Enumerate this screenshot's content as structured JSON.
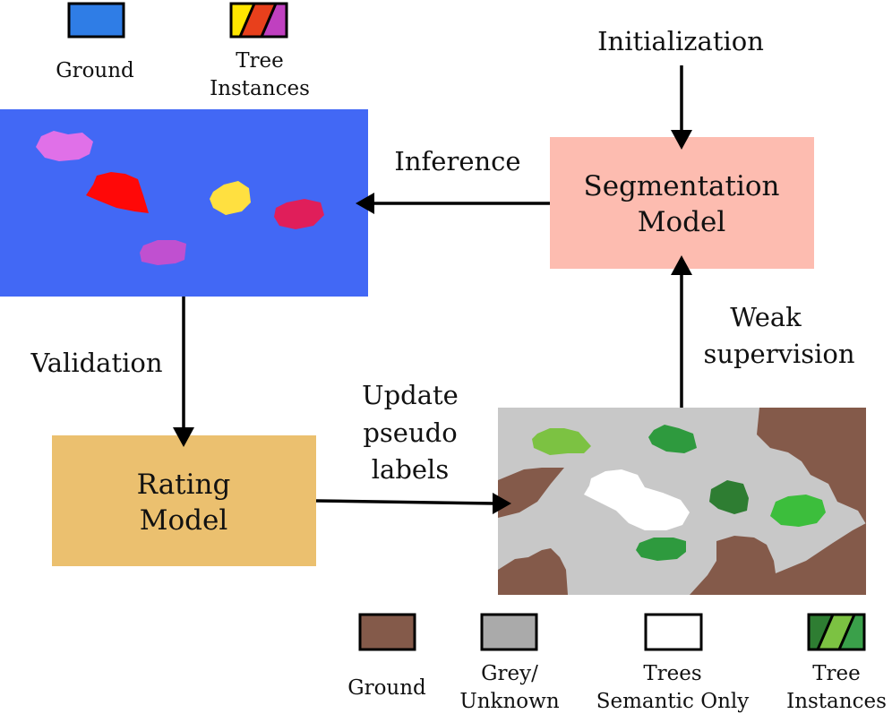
{
  "legend_top": {
    "ground": {
      "label": "Ground",
      "color": "#2f7de6"
    },
    "tree_instances": {
      "label_line1": "Tree",
      "label_line2": "Instances",
      "colors": [
        "#ffe600",
        "#e8401c",
        "#c040c0"
      ]
    }
  },
  "legend_bottom": {
    "ground": {
      "label": "Ground",
      "color": "#845a4a"
    },
    "grey_unknown": {
      "label_line1": "Grey/",
      "label_line2": "Unknown",
      "color": "#aaaaaa"
    },
    "trees_semantic": {
      "label_line1": "Trees",
      "label_line2": "Semantic Only",
      "color": "#ffffff"
    },
    "tree_instances": {
      "label_line1": "Tree",
      "label_line2": "Instances",
      "colors": [
        "#2e7d32",
        "#7cc242",
        "#3aa04a"
      ]
    }
  },
  "nodes": {
    "segmentation_model": {
      "line1": "Segmentation",
      "line2": "Model",
      "color": "#fdbcb0"
    },
    "rating_model": {
      "line1": "Rating",
      "line2": "Model",
      "color": "#ebc06f"
    }
  },
  "edges": {
    "initialization": "Initialization",
    "inference": "Inference",
    "validation": "Validation",
    "update_line1": "Update",
    "update_line2": "pseudo",
    "update_line3": "labels",
    "weak_line1": "Weak",
    "weak_line2": "supervision"
  },
  "images": {
    "prediction_bg": "#4268f5",
    "pseudo_bg": "#c8c8c8",
    "pseudo_ground": "#845a4a"
  }
}
